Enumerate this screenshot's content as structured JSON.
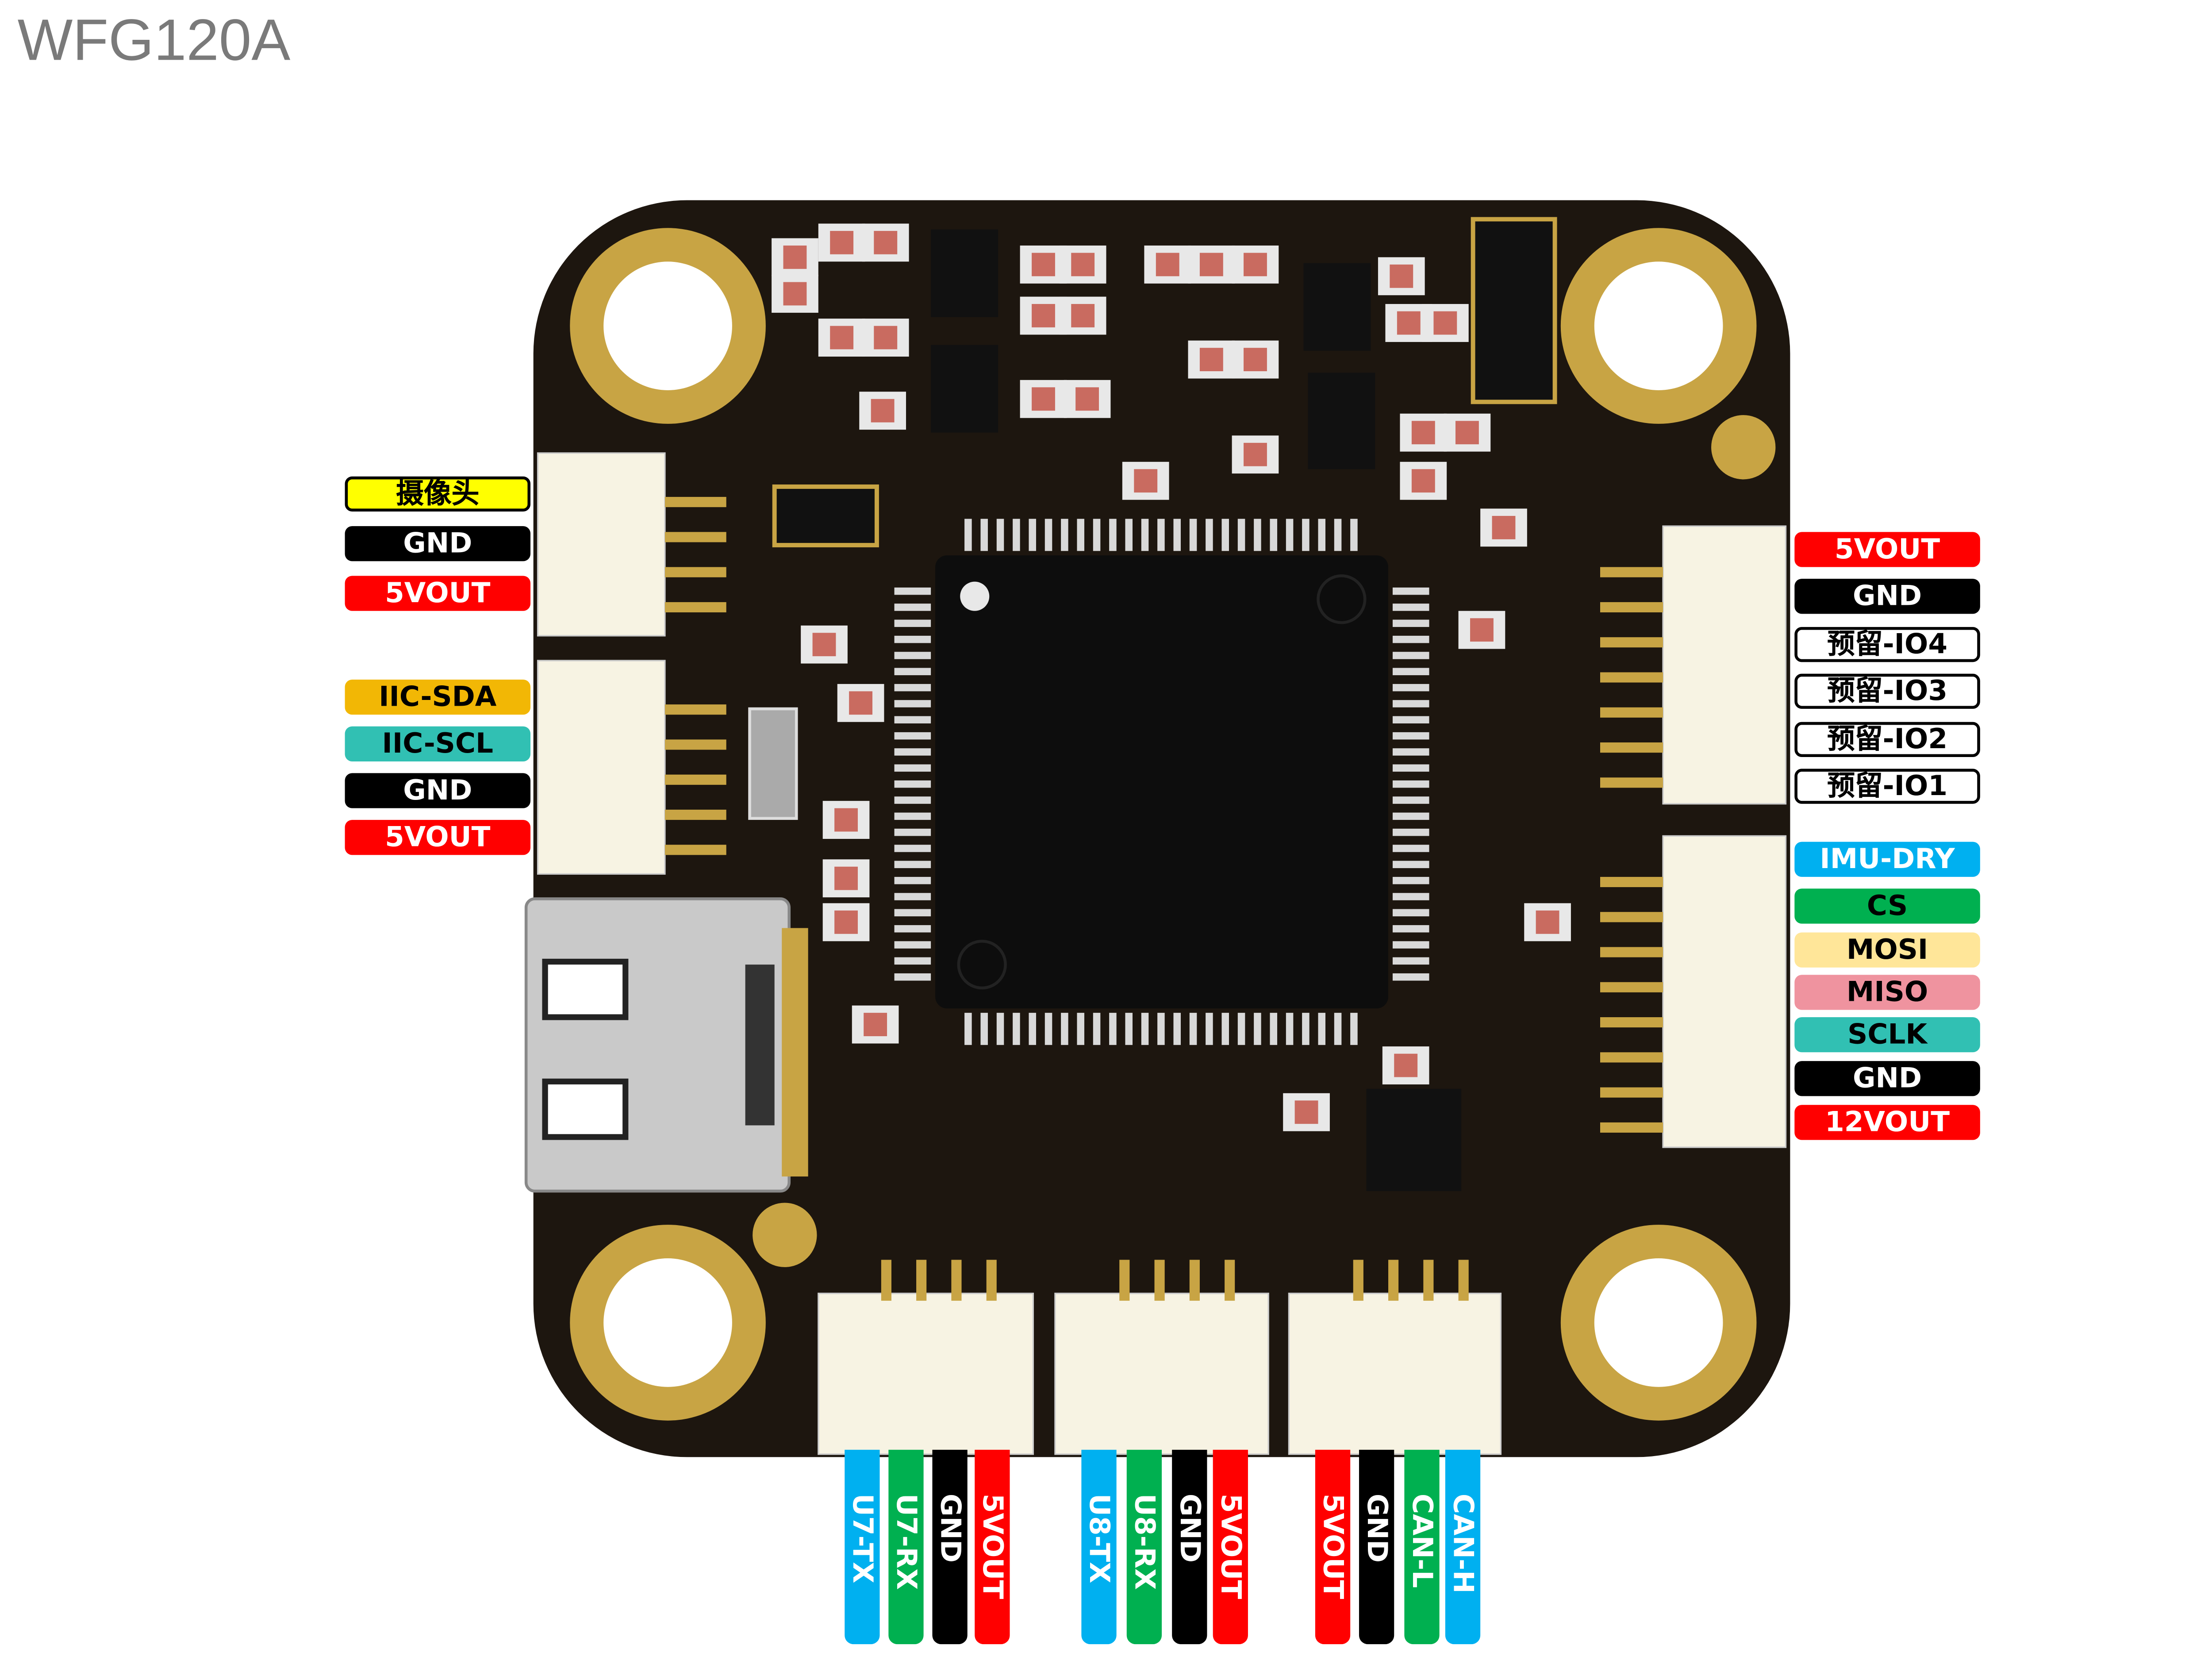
{
  "title": "WFG120A",
  "colors": {
    "board": "#1d160f",
    "gold": "#c8a444",
    "connector": "#f7f3e3",
    "red": "#ff0000",
    "black": "#000000",
    "blue": "#00b0f0",
    "green": "#00b050",
    "yellow": "#ffff00",
    "amber": "#f2b705",
    "teal": "#31c0b3",
    "cream": "#ffe699",
    "pink": "#ef939f",
    "white": "#ffffff"
  },
  "left_labels": [
    {
      "text": "摄像头",
      "bg": "#ffff00",
      "fg": "#000000",
      "outlined": true
    },
    {
      "text": "GND",
      "bg": "#000000",
      "fg": "#ffffff"
    },
    {
      "text": "5VOUT",
      "bg": "#ff0000",
      "fg": "#ffffff"
    },
    {
      "text": "IIC-SDA",
      "bg": "#f2b705",
      "fg": "#000000"
    },
    {
      "text": "IIC-SCL",
      "bg": "#31c0b3",
      "fg": "#000000"
    },
    {
      "text": "GND",
      "bg": "#000000",
      "fg": "#ffffff"
    },
    {
      "text": "5VOUT",
      "bg": "#ff0000",
      "fg": "#ffffff"
    }
  ],
  "right_labels": [
    {
      "text": "5VOUT",
      "bg": "#ff0000",
      "fg": "#ffffff"
    },
    {
      "text": "GND",
      "bg": "#000000",
      "fg": "#ffffff"
    },
    {
      "text": "预留-IO4",
      "bg": "#ffffff",
      "fg": "#000000",
      "outlined": true
    },
    {
      "text": "预留-IO3",
      "bg": "#ffffff",
      "fg": "#000000",
      "outlined": true
    },
    {
      "text": "预留-IO2",
      "bg": "#ffffff",
      "fg": "#000000",
      "outlined": true
    },
    {
      "text": "预留-IO1",
      "bg": "#ffffff",
      "fg": "#000000",
      "outlined": true
    },
    {
      "text": "IMU-DRY",
      "bg": "#00b0f0",
      "fg": "#ffffff"
    },
    {
      "text": "CS",
      "bg": "#00b050",
      "fg": "#000000"
    },
    {
      "text": "MOSI",
      "bg": "#ffe699",
      "fg": "#000000"
    },
    {
      "text": "MISO",
      "bg": "#ef939f",
      "fg": "#000000"
    },
    {
      "text": "SCLK",
      "bg": "#31c0b3",
      "fg": "#000000"
    },
    {
      "text": "GND",
      "bg": "#000000",
      "fg": "#ffffff"
    },
    {
      "text": "12VOUT",
      "bg": "#ff0000",
      "fg": "#ffffff"
    }
  ],
  "bottom_labels": [
    {
      "text": "U7-TX",
      "bg": "#00b0f0",
      "fg": "#ffffff"
    },
    {
      "text": "U7-RX",
      "bg": "#00b050",
      "fg": "#ffffff"
    },
    {
      "text": "GND",
      "bg": "#000000",
      "fg": "#ffffff"
    },
    {
      "text": "5VOUT",
      "bg": "#ff0000",
      "fg": "#ffffff"
    },
    {
      "text": "U8-TX",
      "bg": "#00b0f0",
      "fg": "#ffffff"
    },
    {
      "text": "U8-RX",
      "bg": "#00b050",
      "fg": "#ffffff"
    },
    {
      "text": "GND",
      "bg": "#000000",
      "fg": "#ffffff"
    },
    {
      "text": "5VOUT",
      "bg": "#ff0000",
      "fg": "#ffffff"
    },
    {
      "text": "5VOUT",
      "bg": "#ff0000",
      "fg": "#ffffff"
    },
    {
      "text": "GND",
      "bg": "#000000",
      "fg": "#ffffff"
    },
    {
      "text": "CAN-L",
      "bg": "#00b050",
      "fg": "#ffffff"
    },
    {
      "text": "CAN-H",
      "bg": "#00b0f0",
      "fg": "#ffffff"
    }
  ]
}
